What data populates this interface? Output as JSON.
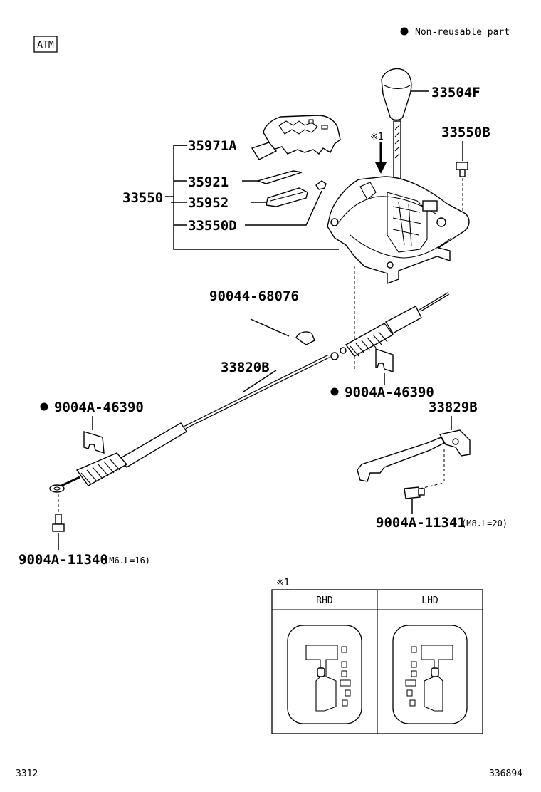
{
  "badge": "ATM",
  "legend": {
    "bullet": "●",
    "text": "Non-reusable part"
  },
  "parts": {
    "p33504F": "33504F",
    "p33550B": "33550B",
    "p35971A": "35971A",
    "p35921": "35921",
    "p33550": "33550",
    "p35952": "35952",
    "p33550D": "33550D",
    "p90044_68076": "90044-68076",
    "p33820B": "33820B",
    "p9004A_46390_right": "9004A-46390",
    "p9004A_46390_left": "9004A-46390",
    "p33829B": "33829B",
    "p9004A_11341": "9004A-11341",
    "p9004A_11341_spec": "(M8.L=20)",
    "p9004A_11340": "9004A-11340",
    "p9004A_11340_spec": "(M6.L=16)"
  },
  "note_mark": "※1",
  "inset": {
    "mark": "※1",
    "col_left": "RHD",
    "col_right": "LHD"
  },
  "footer": {
    "left": "3312",
    "right": "336894"
  }
}
